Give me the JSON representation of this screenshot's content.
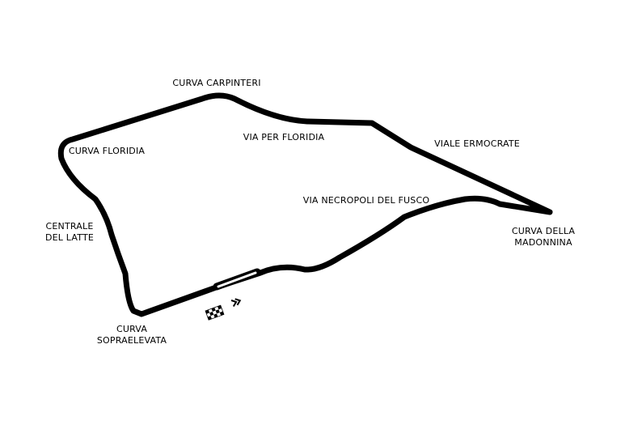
{
  "map": {
    "labels": {
      "curva_carpinteri": "CURVA CARPINTERI",
      "via_per_floridia": "VIA PER FLORIDIA",
      "viale_ermocrate": "VIALE ERMOCRATE",
      "curva_floridia": "CURVA FLORIDIA",
      "via_necropoli_del_fusco": "VIA NECROPOLI DEL FUSCO",
      "curva_della_madonnina_line1": "CURVA DELLA",
      "curva_della_madonnina_line2": "MADONNINA",
      "centrale_del_latte_line1": "CENTRALE",
      "centrale_del_latte_line2": "DEL LATTE",
      "curva_sopraelevata_line1": "CURVA",
      "curva_sopraelevata_line2": "SOPRAELEVATA"
    },
    "icons": {
      "start": "checkered-flag-icon",
      "direction": "double-chevron-right-icon"
    },
    "colors": {
      "track": "#000000",
      "background": "#ffffff"
    }
  }
}
